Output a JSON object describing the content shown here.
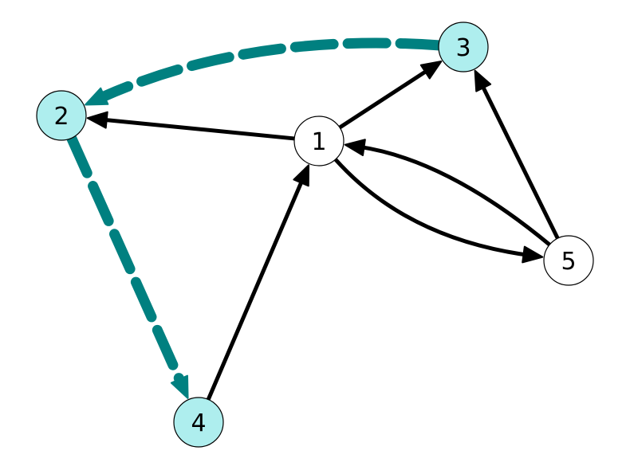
{
  "colors": {
    "background": "#ffffff",
    "highlight_fill": "#aeeeee",
    "highlight_edge": "#008080",
    "default_fill": "#ffffff",
    "edge": "#000000",
    "node_stroke": "#000000"
  },
  "nodes": [
    {
      "id": "1",
      "label": "1",
      "highlighted": false
    },
    {
      "id": "2",
      "label": "2",
      "highlighted": true
    },
    {
      "id": "3",
      "label": "3",
      "highlighted": true
    },
    {
      "id": "4",
      "label": "4",
      "highlighted": true
    },
    {
      "id": "5",
      "label": "5",
      "highlighted": false
    }
  ],
  "edges": [
    {
      "from": "1",
      "to": "3",
      "highlighted": false
    },
    {
      "from": "1",
      "to": "2",
      "highlighted": false
    },
    {
      "from": "1",
      "to": "5",
      "highlighted": false
    },
    {
      "from": "5",
      "to": "1",
      "highlighted": false
    },
    {
      "from": "5",
      "to": "3",
      "highlighted": false
    },
    {
      "from": "4",
      "to": "1",
      "highlighted": false
    },
    {
      "from": "3",
      "to": "2",
      "highlighted": true
    },
    {
      "from": "2",
      "to": "4",
      "highlighted": true
    }
  ]
}
